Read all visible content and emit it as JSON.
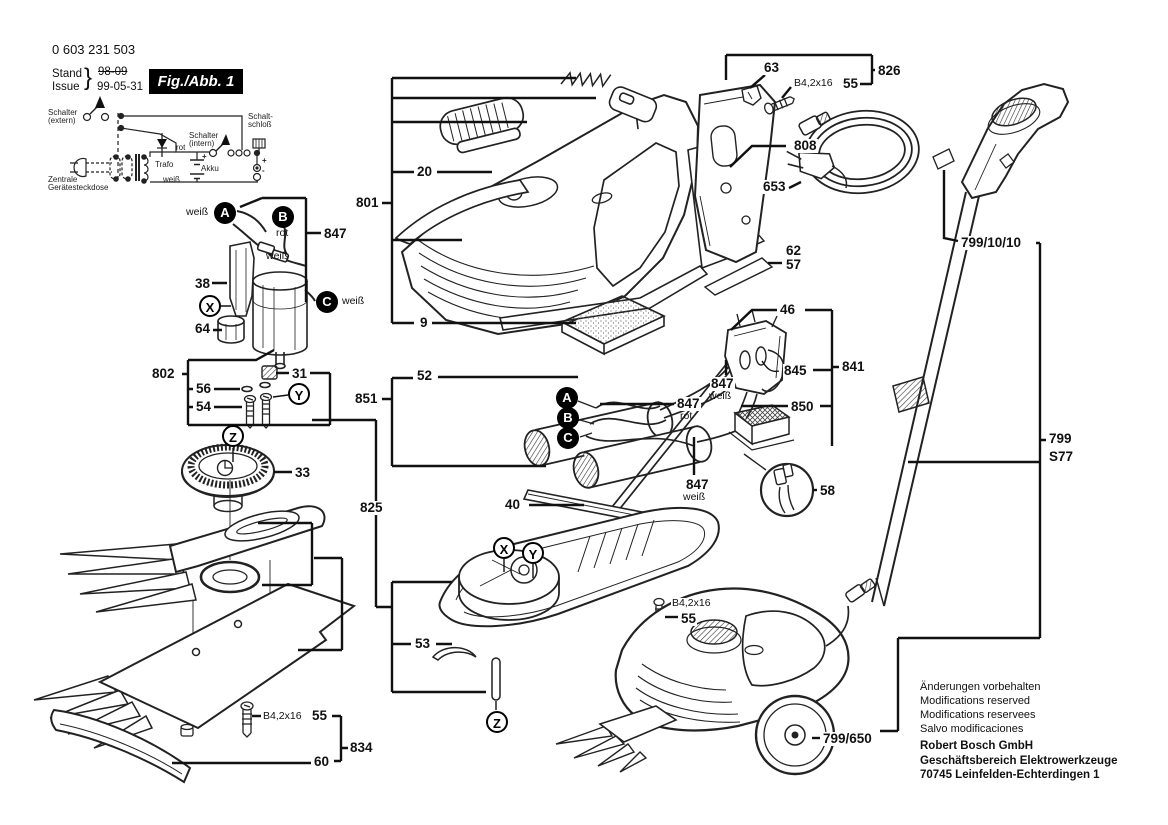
{
  "header": {
    "part_number": "0 603 231 503",
    "stand": "Stand",
    "issue": "Issue",
    "brace": "}",
    "old_date": "98-09",
    "date": "99-05-31",
    "fig": "Fig./Abb. 1"
  },
  "schematic": {
    "schalter": "Schalter",
    "extern": "(extern)",
    "intern": "(intern)",
    "schalt": "Schalt-",
    "schloss": "schloß",
    "rot": "rot",
    "trafo": "Trafo",
    "akku": "Akku",
    "weiss": "weiß",
    "zentrale": "Zentrale",
    "geraetesteckdose": "Gerätesteckdose",
    "plus": "+",
    "minus": "-"
  },
  "labels": {
    "n9": "9",
    "n20": "20",
    "n31": "31",
    "n33": "33",
    "n38": "38",
    "n40": "40",
    "n46": "46",
    "n52": "52",
    "n53": "53",
    "n54": "54",
    "n55": "55",
    "n56": "56",
    "n57": "57",
    "n58": "58",
    "n60": "60",
    "n62": "62",
    "n63": "63",
    "n64": "64",
    "n653": "653",
    "n799": "799",
    "s77": "S77",
    "n799_10_10": "799/10/10",
    "n799_650": "799/650",
    "n801": "801",
    "n802": "802",
    "n808": "808",
    "n825": "825",
    "n826": "826",
    "n834": "834",
    "n841": "841",
    "n845": "845",
    "n847": "847",
    "n850": "850",
    "n851": "851",
    "screw_b42": "B4,2x16",
    "wire_rot": "rot",
    "wire_weiss": "weiß"
  },
  "letters": {
    "a": "A",
    "b": "B",
    "c": "C",
    "x": "X",
    "y": "Y",
    "z": "Z"
  },
  "footer": {
    "line1": "Änderungen vorbehalten",
    "line2": "Modifications reserved",
    "line3": "Modifications reservees",
    "line4": "Salvo modificaciones",
    "company": "Robert Bosch GmbH",
    "division": "Geschäftsbereich Elektrowerkzeuge",
    "address": "70745 Leinfelden-Echterdingen 1"
  }
}
